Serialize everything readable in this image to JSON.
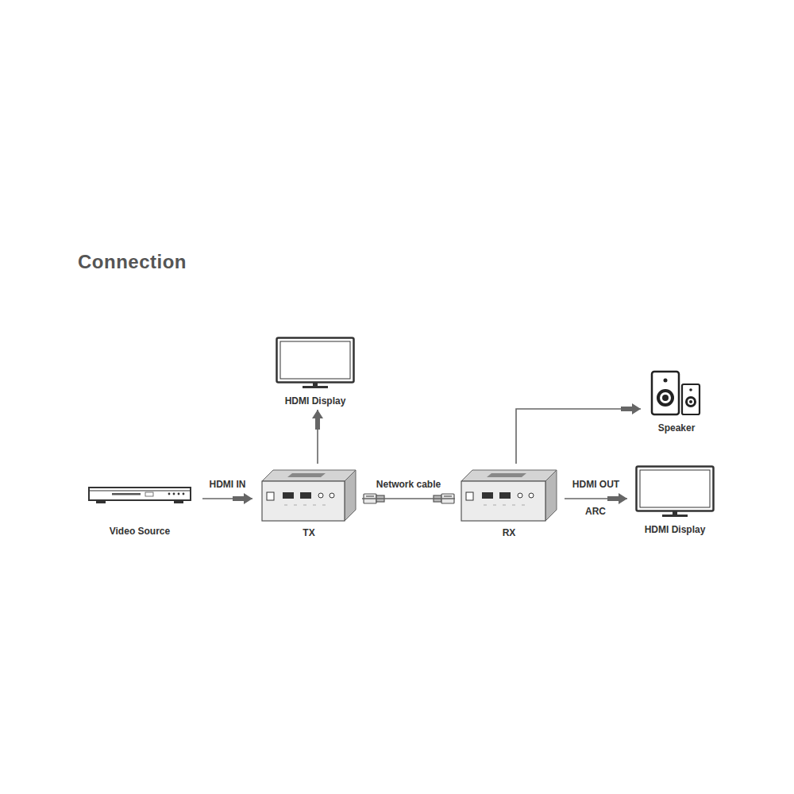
{
  "diagram": {
    "title": "Connection",
    "nodes": [
      {
        "text": [
          "Video Source"
        ]
      },
      {
        "text": [
          "HDMI Display"
        ]
      },
      {
        "text": [
          "TX"
        ]
      },
      {
        "text": [
          "RX"
        ]
      },
      {
        "text": [
          "Speaker"
        ]
      },
      {
        "text": [
          "HDMI Display"
        ]
      }
    ],
    "edges": [
      {
        "from": 0,
        "to": 2,
        "label": "HDMI IN",
        "arrow": "to"
      },
      {
        "from": 2,
        "to": 1,
        "arrow": "to"
      },
      {
        "from": 2,
        "to": 3,
        "label": "Network cable",
        "arrow": "none"
      },
      {
        "from": 3,
        "to": 4,
        "arrow": "to"
      },
      {
        "from": 3,
        "to": 5,
        "label": "HDMI OUT",
        "arrow": "to"
      }
    ],
    "labels": [
      "ARC"
    ]
  }
}
